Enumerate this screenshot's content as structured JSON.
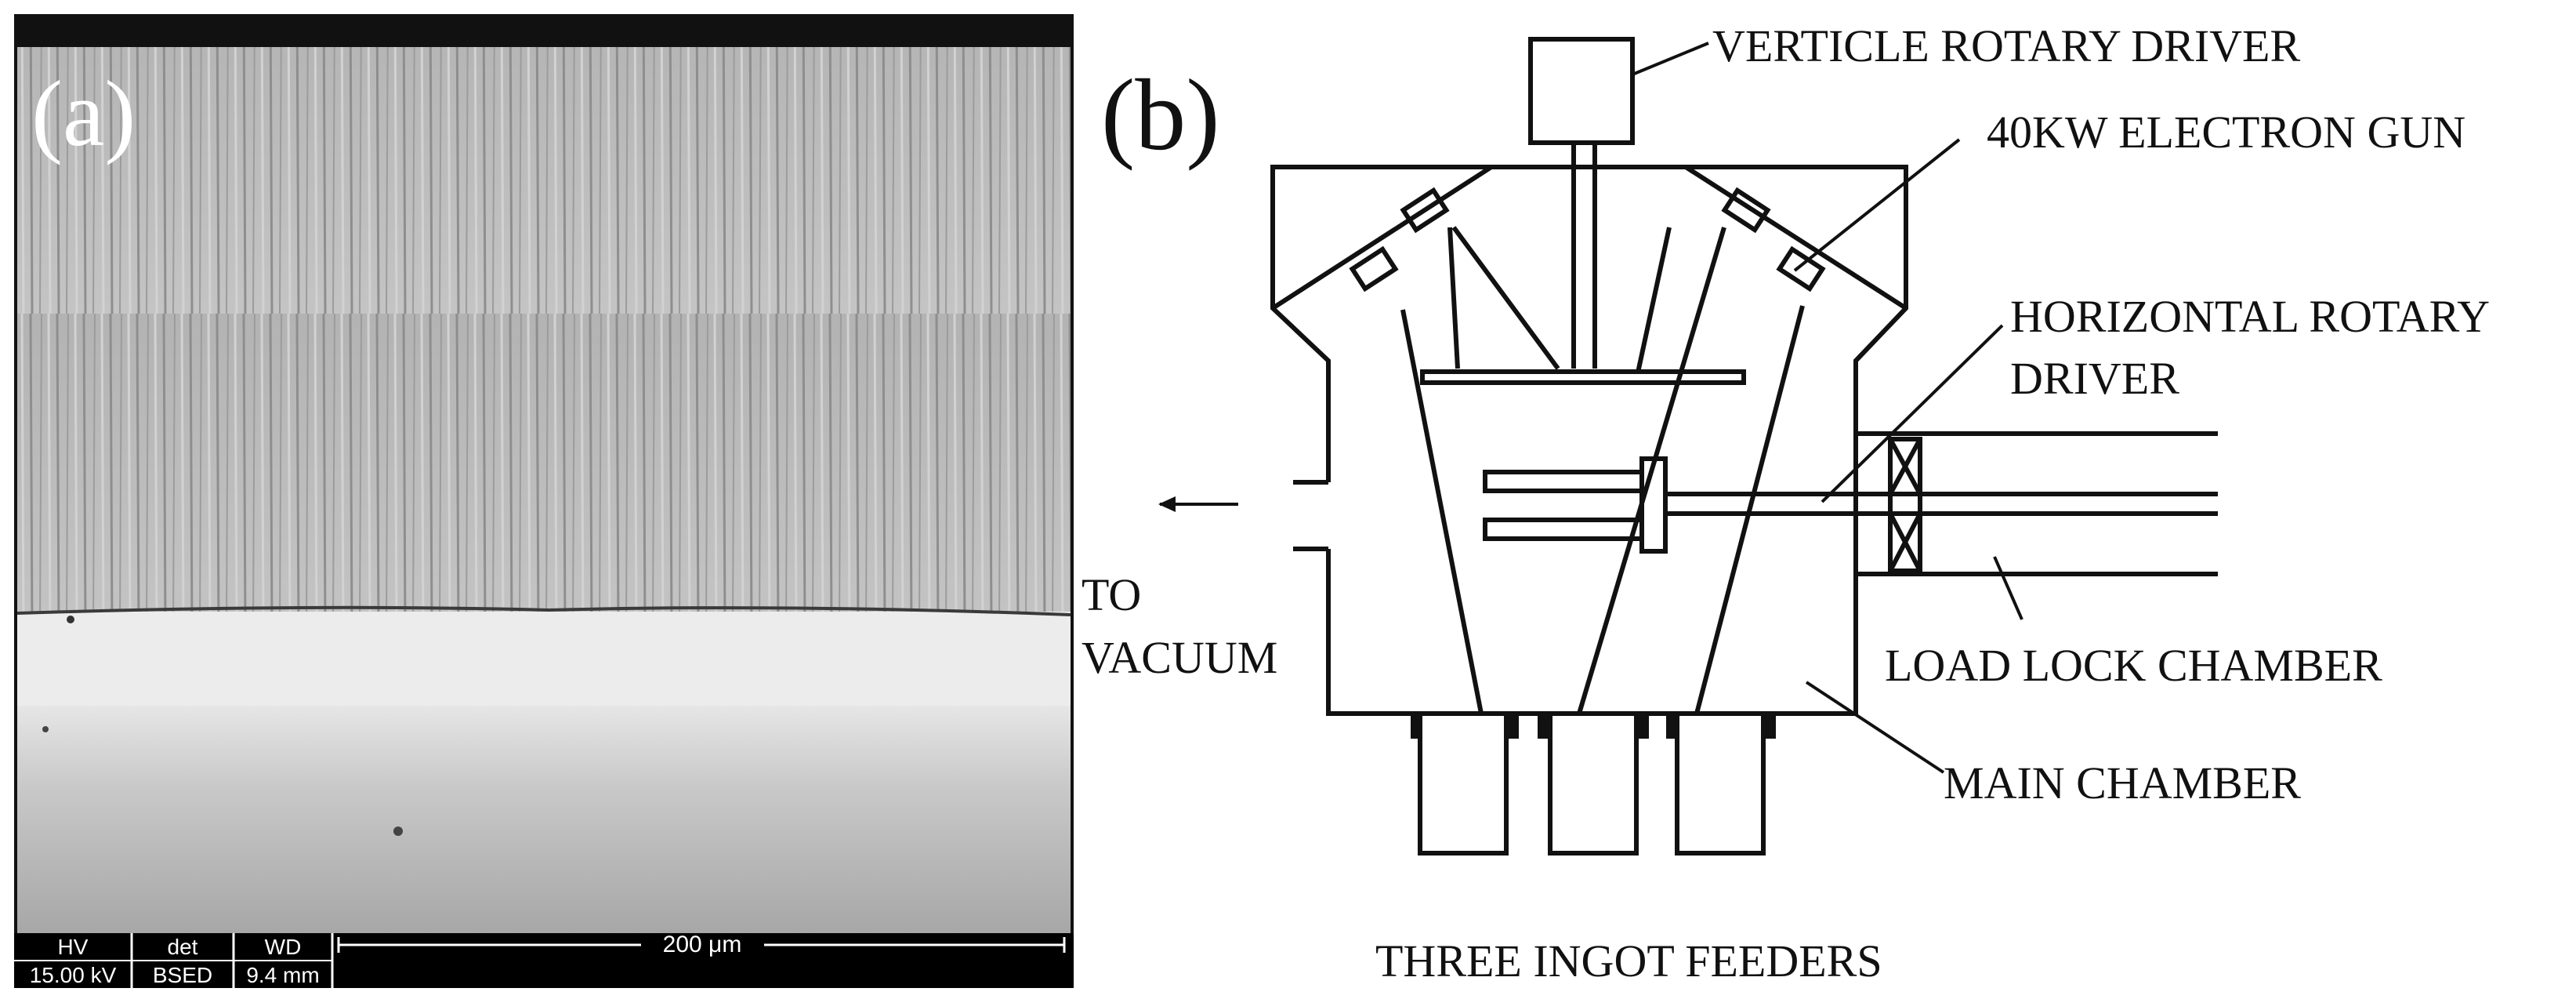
{
  "panel_a": {
    "label": "(a)",
    "info_bar": {
      "fields": [
        {
          "header": "HV",
          "value": "15.00 kV"
        },
        {
          "header": "det",
          "value": "BSED"
        },
        {
          "header": "WD",
          "value": "9.4 mm"
        }
      ],
      "scale_bar": "200 μm"
    },
    "colors": {
      "frame": "#111111",
      "columns": "#bcbcbc",
      "bond_coat": "#ececec",
      "substrate": "#a9a9a9"
    }
  },
  "panel_b": {
    "label": "(b)",
    "labels": {
      "verticle_rotary_driver": "VERTICLE ROTARY DRIVER",
      "electron_gun": "40KW ELECTRON GUN",
      "horizontal_rotary_driver_1": "HORIZONTAL ROTARY",
      "horizontal_rotary_driver_2": "DRIVER",
      "to_vacuum_1": "TO",
      "to_vacuum_2": "VACUUM",
      "load_lock_chamber": "LOAD LOCK CHAMBER",
      "main_chamber": "MAIN CHAMBER",
      "three_ingot_feeders": "THREE INGOT FEEDERS"
    },
    "colors": {
      "line": "#111111"
    }
  }
}
